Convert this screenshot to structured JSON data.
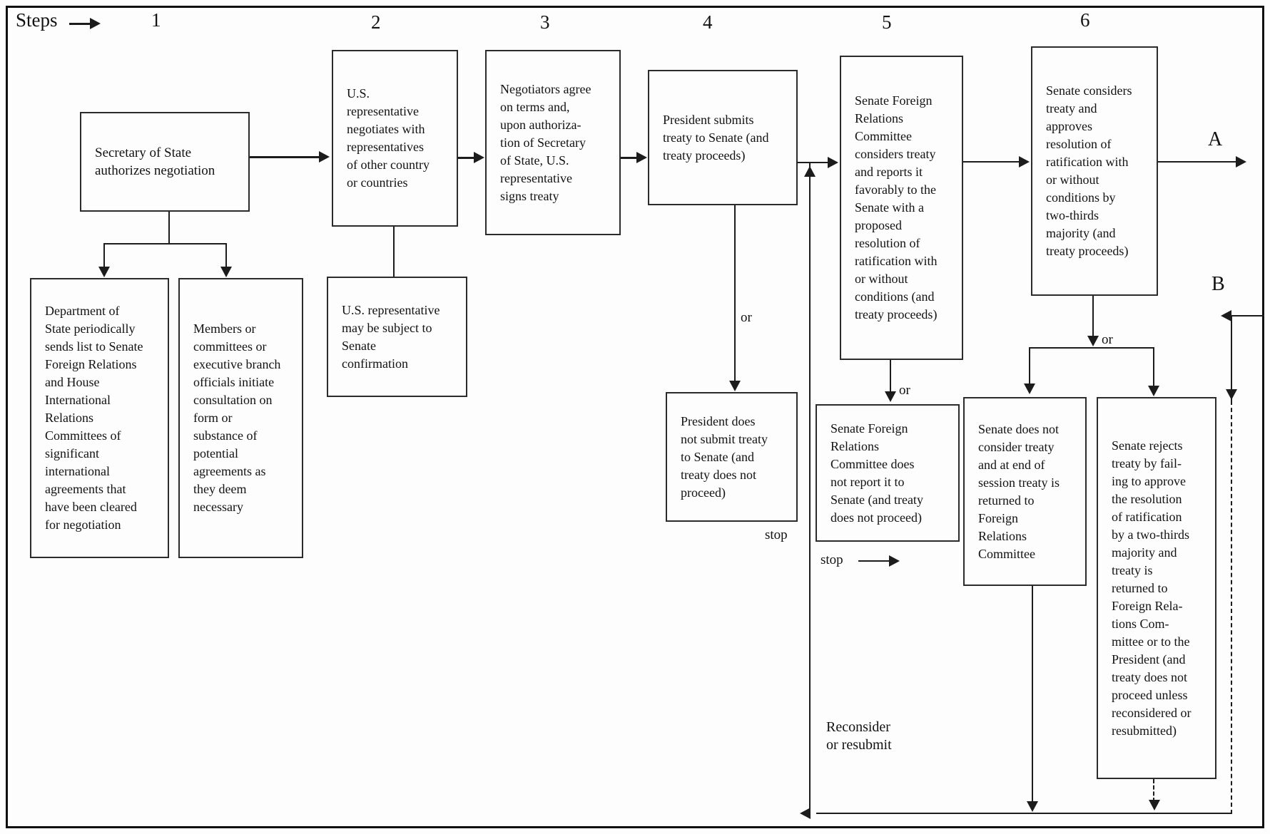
{
  "header": {
    "steps_label": "Steps",
    "step_numbers": [
      "1",
      "2",
      "3",
      "4",
      "5",
      "6"
    ]
  },
  "boxes": {
    "b1": "Secretary of State\nauthorizes negotiation",
    "b1a": "Department of\nState periodically\nsends list to Senate\nForeign Relations\nand House\nInternational\nRelations\nCommittees of\nsignificant\ninternational\nagreements that\nhave been cleared\nfor negotiation",
    "b1b": "Members or\ncommittees or\nexecutive branch\nofficials initiate\nconsultation on\nform or\nsubstance of\npotential\nagreements as\nthey deem\nnecessary",
    "b2": "U.S.\nrepresentative\nnegotiates with\nrepresentatives\nof other country\nor countries",
    "b2a": "U.S. representative\nmay be subject to\nSenate\nconfirmation",
    "b3": "Negotiators agree\non terms and,\nupon authoriza-\ntion of Secretary\nof State, U.S.\nrepresentative\nsigns treaty",
    "b4": "President submits\ntreaty to Senate (and\ntreaty proceeds)",
    "b4a": "President does\nnot submit treaty\nto Senate (and\ntreaty does not\nproceed)",
    "b5": "Senate Foreign\nRelations\nCommittee\nconsiders treaty\nand reports it\nfavorably to the\nSenate with a\nproposed\nresolution of\nratification with\nor without\nconditions (and\ntreaty proceeds)",
    "b5a": "Senate Foreign\nRelations\nCommittee does\nnot report it to\nSenate (and treaty\ndoes not proceed)",
    "b6": "Senate considers\ntreaty and\napproves\nresolution of\nratification with\nor without\nconditions by\ntwo-thirds\nmajority (and\ntreaty proceeds)",
    "b6a": "Senate does not\nconsider treaty\nand at end of\nsession treaty is\nreturned to\nForeign\nRelations\nCommittee",
    "b6b": "Senate rejects\ntreaty by fail-\ning to approve\nthe resolution\nof ratification\nby a two-thirds\nmajority and\ntreaty is\nreturned to\nForeign Rela-\ntions Com-\nmittee or to the\nPresident (and\ntreaty does not\nproceed unless\nreconsidered or\nresubmitted)"
  },
  "labels": {
    "or": "or",
    "stop": "stop",
    "a": "A",
    "b": "B",
    "reconsider": "Reconsider\nor resubmit"
  }
}
